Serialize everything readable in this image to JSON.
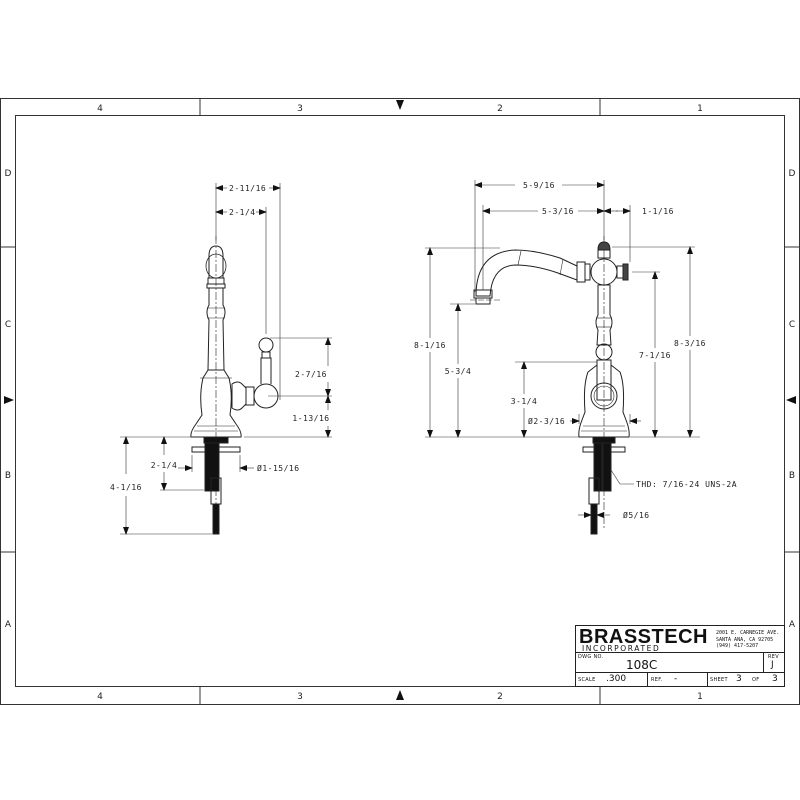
{
  "frame": {
    "columns_top": [
      "4",
      "3",
      "2",
      "1"
    ],
    "columns_bottom": [
      "4",
      "3",
      "2",
      "1"
    ],
    "rows_left": [
      "D",
      "C",
      "B",
      "A"
    ],
    "rows_right": [
      "D",
      "C",
      "B",
      "A"
    ]
  },
  "side_view": {
    "dimensions": {
      "overall_reach": "2-11/16",
      "handle_reach": "2-1/4",
      "handle_height": "2-7/16",
      "handle_base_height": "1-13/16",
      "shank_length": "2-1/4",
      "total_shank": "4-1/16",
      "base_diameter": "Ø1-15/16"
    }
  },
  "front_view": {
    "dimensions": {
      "spout_reach_total": "5-9/16",
      "spout_reach": "5-3/16",
      "handle_offset": "1-1/16",
      "spout_height": "8-1/16",
      "spout_outlet_height": "5-3/4",
      "handle_pivot_height": "3-1/4",
      "base_diameter": "Ø2-3/16",
      "handle_knob_height": "7-1/16",
      "overall_height": "8-3/16",
      "thread_note": "THD: 7/16-24 UNS-2A",
      "shank_diameter": "Ø5/16"
    }
  },
  "title_block": {
    "brand": "BRASSTECH",
    "brand_sub": "INCORPORATED",
    "address_line1": "2001 E. CARNEGIE AVE.",
    "address_line2": "SANTA ANA, CA 92705",
    "address_line3": "(949) 417-5207",
    "dwg_no_label": "DWG NO.",
    "dwg_no": "108C",
    "rev_label": "REV",
    "rev": "J",
    "scale_label": "SCALE",
    "scale": ".300",
    "ref_label": "REF.",
    "ref": "-",
    "sheet_label": "SHEET",
    "sheet": "3",
    "of_label": "OF",
    "sheet_total": "3"
  }
}
